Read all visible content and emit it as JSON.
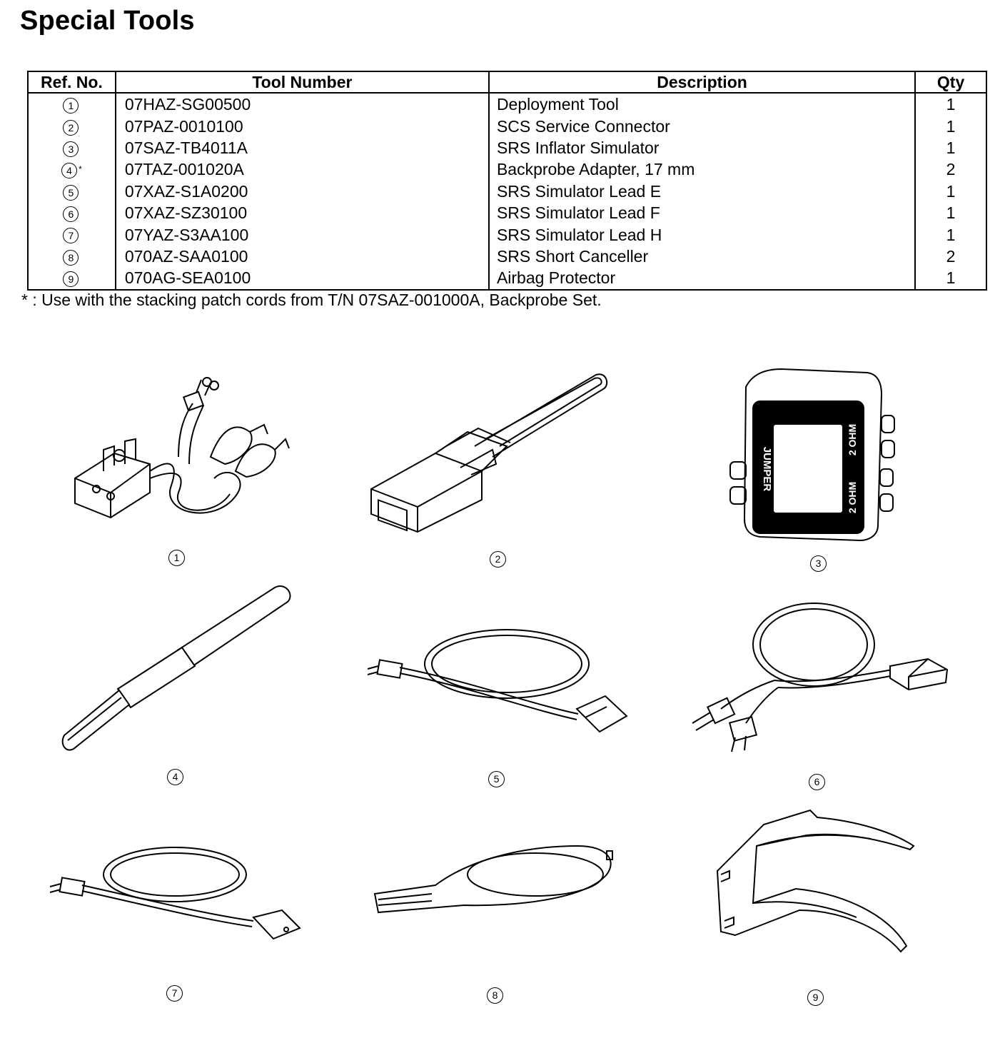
{
  "title": "Special Tools",
  "table": {
    "headers": {
      "ref": "Ref. No.",
      "tool_number": "Tool Number",
      "description": "Description",
      "qty": "Qty"
    },
    "rows": [
      {
        "ref": "1",
        "mark": "",
        "tool_number": "07HAZ-SG00500",
        "description": "Deployment Tool",
        "qty": "1"
      },
      {
        "ref": "2",
        "mark": "",
        "tool_number": "07PAZ-0010100",
        "description": "SCS Service Connector",
        "qty": "1"
      },
      {
        "ref": "3",
        "mark": "",
        "tool_number": "07SAZ-TB4011A",
        "description": "SRS Inflator Simulator",
        "qty": "1"
      },
      {
        "ref": "4",
        "mark": "*",
        "tool_number": "07TAZ-001020A",
        "description": "Backprobe Adapter, 17 mm",
        "qty": "2"
      },
      {
        "ref": "5",
        "mark": "",
        "tool_number": "07XAZ-S1A0200",
        "description": "SRS Simulator Lead E",
        "qty": "1"
      },
      {
        "ref": "6",
        "mark": "",
        "tool_number": "07XAZ-SZ30100",
        "description": "SRS Simulator Lead F",
        "qty": "1"
      },
      {
        "ref": "7",
        "mark": "",
        "tool_number": "07YAZ-S3AA100",
        "description": "SRS Simulator Lead H",
        "qty": "1"
      },
      {
        "ref": "8",
        "mark": "",
        "tool_number": "070AZ-SAA0100",
        "description": "SRS Short Canceller",
        "qty": "2"
      },
      {
        "ref": "9",
        "mark": "",
        "tool_number": "070AG-SEA0100",
        "description": "Airbag Protector",
        "qty": "1"
      }
    ]
  },
  "footnote": "* : Use with the stacking patch cords from T/N 07SAZ-001000A, Backprobe Set.",
  "figures": [
    {
      "label": "1",
      "icon": "deployment-tool-illustration"
    },
    {
      "label": "2",
      "icon": "scs-service-connector-illustration"
    },
    {
      "label": "3",
      "icon": "srs-inflator-simulator-illustration"
    },
    {
      "label": "4",
      "icon": "backprobe-adapter-illustration"
    },
    {
      "label": "5",
      "icon": "simulator-lead-e-illustration"
    },
    {
      "label": "6",
      "icon": "simulator-lead-f-illustration"
    },
    {
      "label": "7",
      "icon": "simulator-lead-h-illustration"
    },
    {
      "label": "8",
      "icon": "short-canceller-illustration"
    },
    {
      "label": "9",
      "icon": "airbag-protector-illustration"
    }
  ],
  "simulator_panel": {
    "left_text": "JUMPER",
    "right_top_text": "2 OHM",
    "right_bottom_text": "2 OHM"
  }
}
